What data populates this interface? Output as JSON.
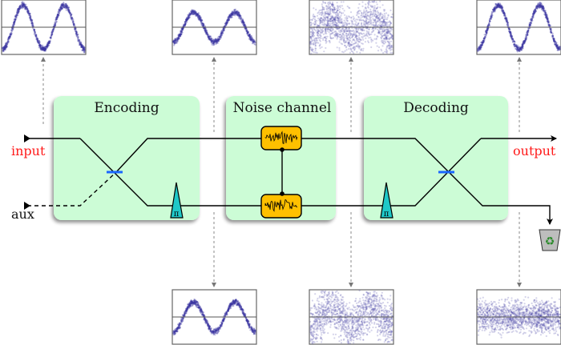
{
  "blocks": [
    {
      "id": "encoding",
      "title": "Encoding"
    },
    {
      "id": "noise",
      "title": "Noise channel"
    },
    {
      "id": "decoding",
      "title": "Decoding"
    }
  ],
  "ports": {
    "input": "input",
    "aux": "aux",
    "output": "output"
  },
  "phase_symbol": "π",
  "colors": {
    "block_fill": "#ccfcd6",
    "port_label": "#ff1a1a",
    "noise_box": "#ffc000",
    "beam_splitter": "#1a66ff",
    "phase_shifter": "#1fc8c8",
    "signal": "#3a35a0",
    "bin": "#bdbdbd",
    "recycle": "#2a8a2a"
  },
  "plots": {
    "top": [
      {
        "id": "in",
        "kind": "clean",
        "amplitude": 0.8,
        "noise": 0.12
      },
      {
        "id": "enc",
        "kind": "clean",
        "amplitude": 0.55,
        "noise": 0.12,
        "phase": 3.14
      },
      {
        "id": "chan",
        "kind": "noisy",
        "amplitude": 0.35,
        "noise": 0.5
      },
      {
        "id": "out",
        "kind": "clean",
        "amplitude": 0.8,
        "noise": 0.12
      }
    ],
    "bottom": [
      {
        "id": "aux-enc",
        "kind": "clean",
        "amplitude": 0.55,
        "noise": 0.12
      },
      {
        "id": "aux-chan",
        "kind": "noisy",
        "amplitude": 0.35,
        "noise": 0.5
      },
      {
        "id": "waste",
        "kind": "noisy",
        "amplitude": 0.0,
        "noise": 0.35
      }
    ]
  },
  "recycle_icon": "♻"
}
